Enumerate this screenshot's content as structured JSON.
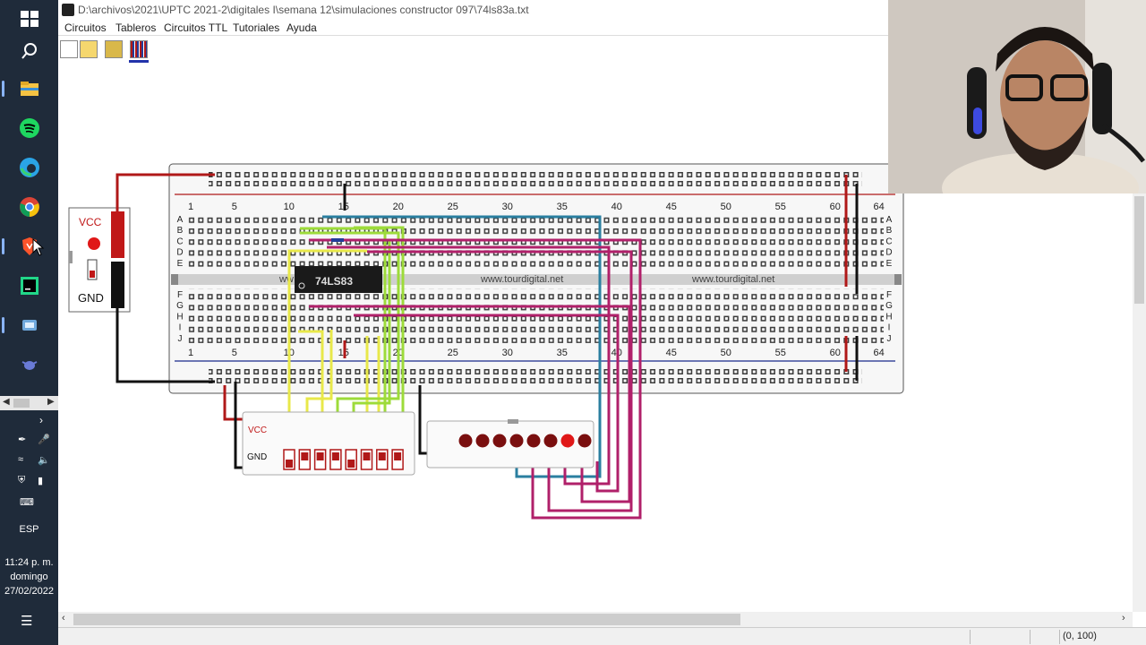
{
  "window": {
    "title": "D:\\archivos\\2021\\UPTC 2021-2\\digitales I\\semana 12\\simulaciones constructor 097\\74ls83a.txt"
  },
  "menu": [
    "Circuitos",
    "Tableros",
    "Circuitos TTL",
    "Tutoriales",
    "Ayuda"
  ],
  "toolbar": [
    "new-file-icon",
    "open-folder-icon",
    "save-icon",
    "component-icon"
  ],
  "breadboard": {
    "top_numbers": [
      "1",
      "5",
      "10",
      "15",
      "20",
      "25",
      "30",
      "35",
      "40",
      "45",
      "50",
      "55",
      "60",
      "64"
    ],
    "bottom_numbers": [
      "1",
      "5",
      "10",
      "15",
      "20",
      "25",
      "30",
      "35",
      "40",
      "45",
      "50",
      "55",
      "60",
      "64"
    ],
    "rows_top": [
      "A",
      "B",
      "C",
      "D",
      "E"
    ],
    "rows_bottom": [
      "F",
      "G",
      "H",
      "I",
      "J"
    ],
    "watermark": [
      "www.tourdigital.net",
      "www.tourdigital.net",
      "ww"
    ],
    "chip_label": "74LS83"
  },
  "power_supply": {
    "vcc": "VCC",
    "gnd": "GND"
  },
  "switch_module": {
    "vcc": "VCC",
    "gnd": "GND"
  },
  "leds": {
    "count": 8,
    "lit_index": 6
  },
  "status": {
    "coords": "(0, 100)"
  },
  "taskbar": {
    "lang": "ESP",
    "time": "11:24 p. m.",
    "day": "domingo",
    "date": "27/02/2022"
  },
  "colors": {
    "taskbar": "#1f2b3a",
    "wire_red": "#b01818",
    "wire_magenta": "#b0206a",
    "wire_blue": "#2a7fa0",
    "wire_yellow": "#e8e84a",
    "wire_green": "#9ddb3a"
  }
}
